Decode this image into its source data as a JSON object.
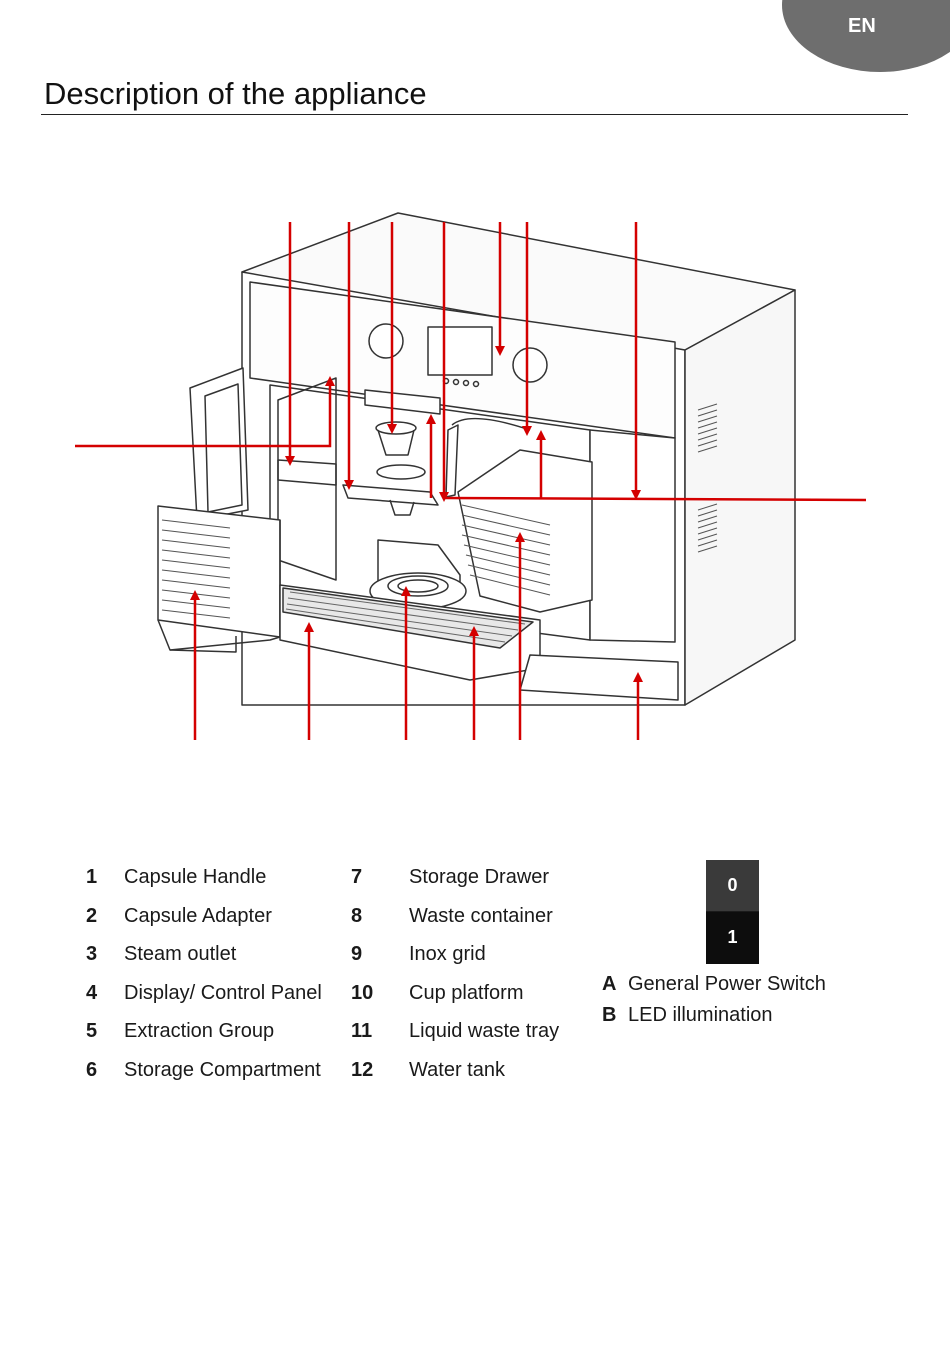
{
  "header": {
    "lang": "EN",
    "title": "Description of the appliance"
  },
  "parts": [
    {
      "num": "1",
      "label": "Capsule Handle"
    },
    {
      "num": "2",
      "label": "Capsule Adapter"
    },
    {
      "num": "3",
      "label": "Steam outlet"
    },
    {
      "num": "4",
      "label": "Display/ Control Panel"
    },
    {
      "num": "5",
      "label": "Extraction Group"
    },
    {
      "num": "6",
      "label": "Storage Compartment"
    },
    {
      "num": "7",
      "label": "Storage Drawer"
    },
    {
      "num": "8",
      "label": "Waste container"
    },
    {
      "num": "9",
      "label": "Inox grid"
    },
    {
      "num": "10",
      "label": "Cup platform"
    },
    {
      "num": "11",
      "label": "Liquid waste tray"
    },
    {
      "num": "12",
      "label": "Water tank"
    }
  ],
  "switch": {
    "off": "0",
    "on": "1"
  },
  "extras": [
    {
      "letter": "A",
      "label": "General Power Switch"
    },
    {
      "letter": "B",
      "label": "LED illumination"
    }
  ],
  "colors": {
    "callout": "#d40000",
    "tab": "#6e6e6e"
  }
}
